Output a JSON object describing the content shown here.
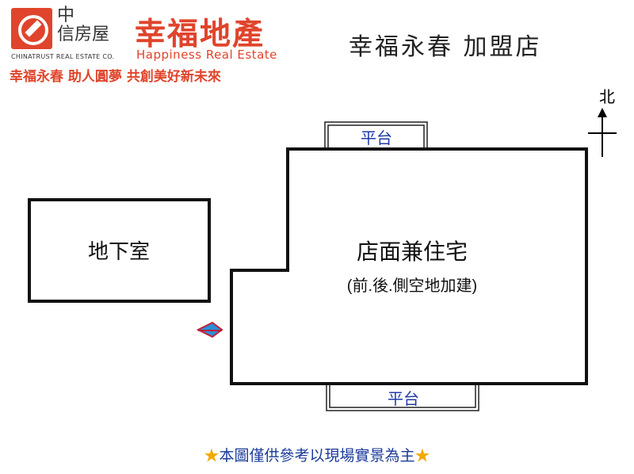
{
  "header": {
    "brand_cn_line1": "中",
    "brand_cn_line2": "信房屋",
    "brand_en": "CHINATRUST REAL ESTATE CO.",
    "franchise_cn": "幸福地產",
    "franchise_en": "Happiness Real Estate",
    "slogan": "幸福永春 助人圓夢 共創美好新未來",
    "store_name": "幸福永春 加盟店",
    "logo_icon": "chinatrust-logo-icon"
  },
  "compass": {
    "label": "北",
    "icon": "north-arrow-icon"
  },
  "plan": {
    "basement": "地下室",
    "shop": "店面兼住宅",
    "shop_note": "(前.後.側空地加建)",
    "platform_top": "平台",
    "platform_bottom": "平台",
    "entrance_icon": "entrance-arrow-icon"
  },
  "footer": {
    "star": "★",
    "disclaimer": "本圖僅供參考以現場實景為主"
  },
  "colors": {
    "brand_red": "#e0442c",
    "label_blue": "#1f3aa8",
    "star_gold": "#f2a900",
    "line": "#000000"
  }
}
